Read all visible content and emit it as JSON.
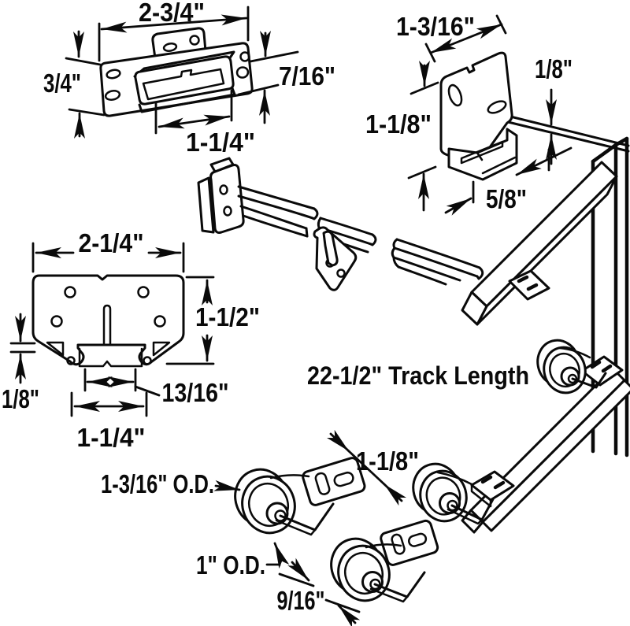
{
  "colors": {
    "background": "#ffffff",
    "ink": "#0a0a0a"
  },
  "annotations": {
    "partA": {
      "width": "2-3/4\"",
      "height": "3/4\"",
      "socket_height": "7/16\"",
      "socket_width": "1-1/4\""
    },
    "partB": {
      "width": "1-3/16\"",
      "rod_thickness": "1/8\"",
      "height": "1-1/8\"",
      "depth": "5/8\""
    },
    "partD": {
      "width": "2-1/4\"",
      "height": "1-1/2\"",
      "lip_thickness": "1/8\"",
      "slot_width": "13/16\"",
      "channel_width": "1-1/4\""
    },
    "track": {
      "length_note": "22-1/2\" Track Length"
    },
    "rollers": {
      "large_od": "1-3/16\" O.D.",
      "bracket_width": "1-1/8\"",
      "small_od": "1\" O.D.",
      "tread_width": "9/16\""
    }
  }
}
